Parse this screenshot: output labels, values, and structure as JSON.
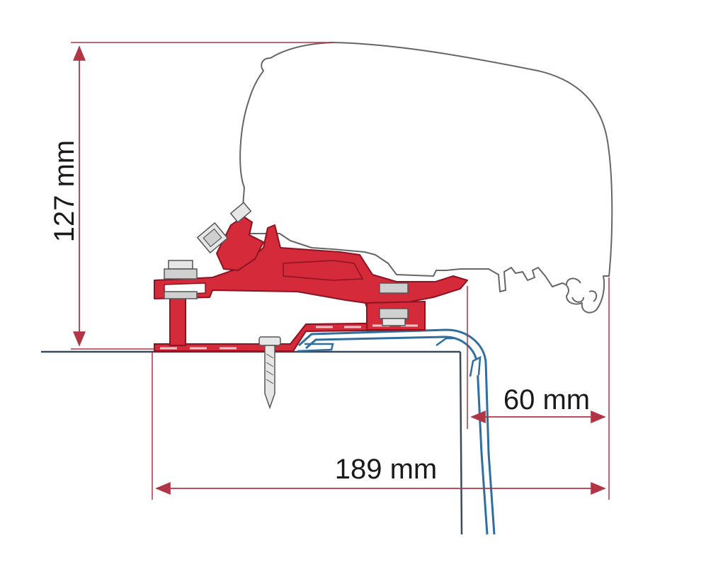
{
  "dimensions": {
    "height_label": "127 mm",
    "width_label": "189 mm",
    "offset_label": "60 mm"
  },
  "colors": {
    "dimension_line": "#b03545",
    "bracket_red": "#d42a3a",
    "bracket_red_dark": "#8c1422",
    "wall_blue": "#2f6fa0",
    "awning_outline": "#666666",
    "roof_line": "#3a4a5a"
  }
}
